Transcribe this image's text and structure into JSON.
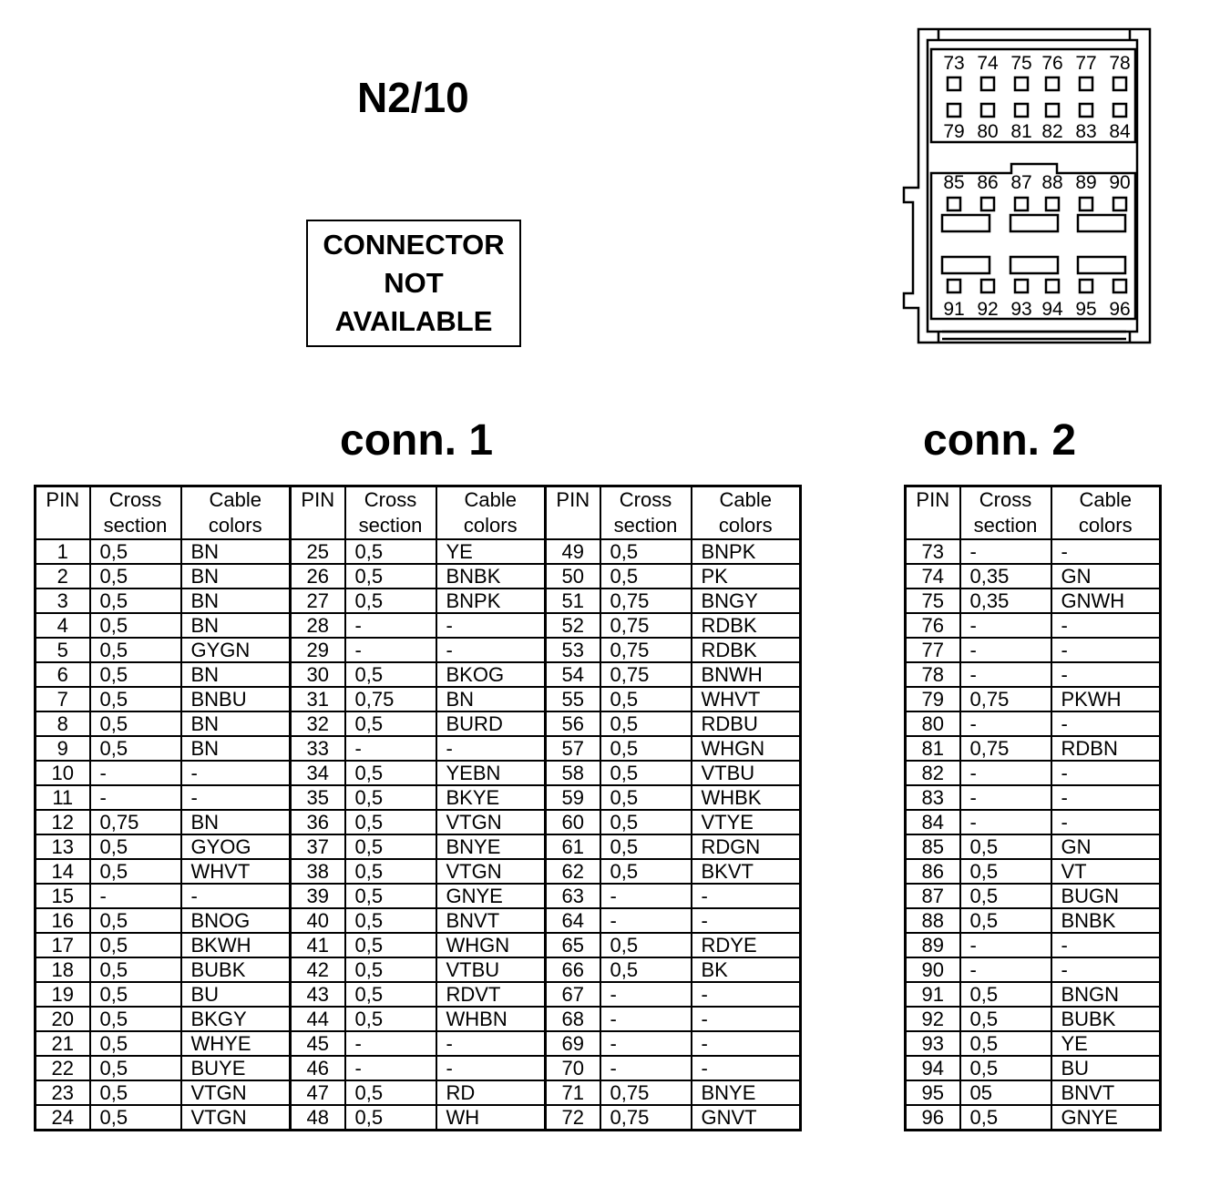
{
  "title": "N2/10",
  "notice": [
    "CONNECTOR",
    "NOT",
    "AVAILABLE"
  ],
  "connector_diagram": {
    "top_row1": [
      "73",
      "74",
      "75",
      "76",
      "77",
      "78"
    ],
    "top_row2": [
      "79",
      "80",
      "81",
      "82",
      "83",
      "84"
    ],
    "bottom_row1": [
      "85",
      "86",
      "87",
      "88",
      "89",
      "90"
    ],
    "bottom_row2": [
      "91",
      "92",
      "93",
      "94",
      "95",
      "96"
    ]
  },
  "conn1": {
    "label": "conn. 1",
    "headers": {
      "pin": "PIN",
      "section": [
        "Cross",
        "section"
      ],
      "colors": [
        "Cable",
        "colors"
      ]
    },
    "rows": [
      [
        [
          "1",
          "0,5",
          "BN"
        ],
        [
          "25",
          "0,5",
          "YE"
        ],
        [
          "49",
          "0,5",
          "BNPK"
        ]
      ],
      [
        [
          "2",
          "0,5",
          "BN"
        ],
        [
          "26",
          "0,5",
          "BNBK"
        ],
        [
          "50",
          "0,5",
          "PK"
        ]
      ],
      [
        [
          "3",
          "0,5",
          "BN"
        ],
        [
          "27",
          "0,5",
          "BNPK"
        ],
        [
          "51",
          "0,75",
          "BNGY"
        ]
      ],
      [
        [
          "4",
          "0,5",
          "BN"
        ],
        [
          "28",
          "-",
          "-"
        ],
        [
          "52",
          "0,75",
          "RDBK"
        ]
      ],
      [
        [
          "5",
          "0,5",
          "GYGN"
        ],
        [
          "29",
          "-",
          "-"
        ],
        [
          "53",
          "0,75",
          "RDBK"
        ]
      ],
      [
        [
          "6",
          "0,5",
          "BN"
        ],
        [
          "30",
          "0,5",
          "BKOG"
        ],
        [
          "54",
          "0,75",
          "BNWH"
        ]
      ],
      [
        [
          "7",
          "0,5",
          "BNBU"
        ],
        [
          "31",
          "0,75",
          "BN"
        ],
        [
          "55",
          "0,5",
          "WHVT"
        ]
      ],
      [
        [
          "8",
          "0,5",
          "BN"
        ],
        [
          "32",
          "0,5",
          "BURD"
        ],
        [
          "56",
          "0,5",
          "RDBU"
        ]
      ],
      [
        [
          "9",
          "0,5",
          "BN"
        ],
        [
          "33",
          "-",
          "-"
        ],
        [
          "57",
          "0,5",
          "WHGN"
        ]
      ],
      [
        [
          "10",
          "-",
          "-"
        ],
        [
          "34",
          "0,5",
          "YEBN"
        ],
        [
          "58",
          "0,5",
          "VTBU"
        ]
      ],
      [
        [
          "11",
          "-",
          "-"
        ],
        [
          "35",
          "0,5",
          "BKYE"
        ],
        [
          "59",
          "0,5",
          "WHBK"
        ]
      ],
      [
        [
          "12",
          "0,75",
          "BN"
        ],
        [
          "36",
          "0,5",
          "VTGN"
        ],
        [
          "60",
          "0,5",
          "VTYE"
        ]
      ],
      [
        [
          "13",
          "0,5",
          "GYOG"
        ],
        [
          "37",
          "0,5",
          "BNYE"
        ],
        [
          "61",
          "0,5",
          "RDGN"
        ]
      ],
      [
        [
          "14",
          "0,5",
          "WHVT"
        ],
        [
          "38",
          "0,5",
          "VTGN"
        ],
        [
          "62",
          "0,5",
          "BKVT"
        ]
      ],
      [
        [
          "15",
          "-",
          "-"
        ],
        [
          "39",
          "0,5",
          "GNYE"
        ],
        [
          "63",
          "-",
          "-"
        ]
      ],
      [
        [
          "16",
          "0,5",
          "BNOG"
        ],
        [
          "40",
          "0,5",
          "BNVT"
        ],
        [
          "64",
          "-",
          "-"
        ]
      ],
      [
        [
          "17",
          "0,5",
          "BKWH"
        ],
        [
          "41",
          "0,5",
          "WHGN"
        ],
        [
          "65",
          "0,5",
          "RDYE"
        ]
      ],
      [
        [
          "18",
          "0,5",
          "BUBK"
        ],
        [
          "42",
          "0,5",
          "VTBU"
        ],
        [
          "66",
          "0,5",
          "BK"
        ]
      ],
      [
        [
          "19",
          "0,5",
          "BU"
        ],
        [
          "43",
          "0,5",
          "RDVT"
        ],
        [
          "67",
          "-",
          "-"
        ]
      ],
      [
        [
          "20",
          "0,5",
          "BKGY"
        ],
        [
          "44",
          "0,5",
          "WHBN"
        ],
        [
          "68",
          "-",
          "-"
        ]
      ],
      [
        [
          "21",
          "0,5",
          "WHYE"
        ],
        [
          "45",
          "-",
          "-"
        ],
        [
          "69",
          "-",
          "-"
        ]
      ],
      [
        [
          "22",
          "0,5",
          "BUYE"
        ],
        [
          "46",
          "-",
          "-"
        ],
        [
          "70",
          "-",
          "-"
        ]
      ],
      [
        [
          "23",
          "0,5",
          "VTGN"
        ],
        [
          "47",
          "0,5",
          "RD"
        ],
        [
          "71",
          "0,75",
          "BNYE"
        ]
      ],
      [
        [
          "24",
          "0,5",
          "VTGN"
        ],
        [
          "48",
          "0,5",
          "WH"
        ],
        [
          "72",
          "0,75",
          "GNVT"
        ]
      ]
    ]
  },
  "conn2": {
    "label": "conn. 2",
    "headers": {
      "pin": "PIN",
      "section": [
        "Cross",
        "section"
      ],
      "colors": [
        "Cable",
        "colors"
      ]
    },
    "rows": [
      [
        "73",
        "-",
        "-"
      ],
      [
        "74",
        "0,35",
        "GN"
      ],
      [
        "75",
        "0,35",
        "GNWH"
      ],
      [
        "76",
        "-",
        "-"
      ],
      [
        "77",
        "-",
        "-"
      ],
      [
        "78",
        "-",
        "-"
      ],
      [
        "79",
        "0,75",
        "PKWH"
      ],
      [
        "80",
        "-",
        "-"
      ],
      [
        "81",
        "0,75",
        "RDBN"
      ],
      [
        "82",
        "-",
        "-"
      ],
      [
        "83",
        "-",
        "-"
      ],
      [
        "84",
        "-",
        "-"
      ],
      [
        "85",
        "0,5",
        "GN"
      ],
      [
        "86",
        "0,5",
        "VT"
      ],
      [
        "87",
        "0,5",
        "BUGN"
      ],
      [
        "88",
        "0,5",
        "BNBK"
      ],
      [
        "89",
        "-",
        "-"
      ],
      [
        "90",
        "-",
        "-"
      ],
      [
        "91",
        "0,5",
        "BNGN"
      ],
      [
        "92",
        "0,5",
        "BUBK"
      ],
      [
        "93",
        "0,5",
        "YE"
      ],
      [
        "94",
        "0,5",
        "BU"
      ],
      [
        "95",
        "05",
        "BNVT"
      ],
      [
        "96",
        "0,5",
        "GNYE"
      ]
    ]
  }
}
